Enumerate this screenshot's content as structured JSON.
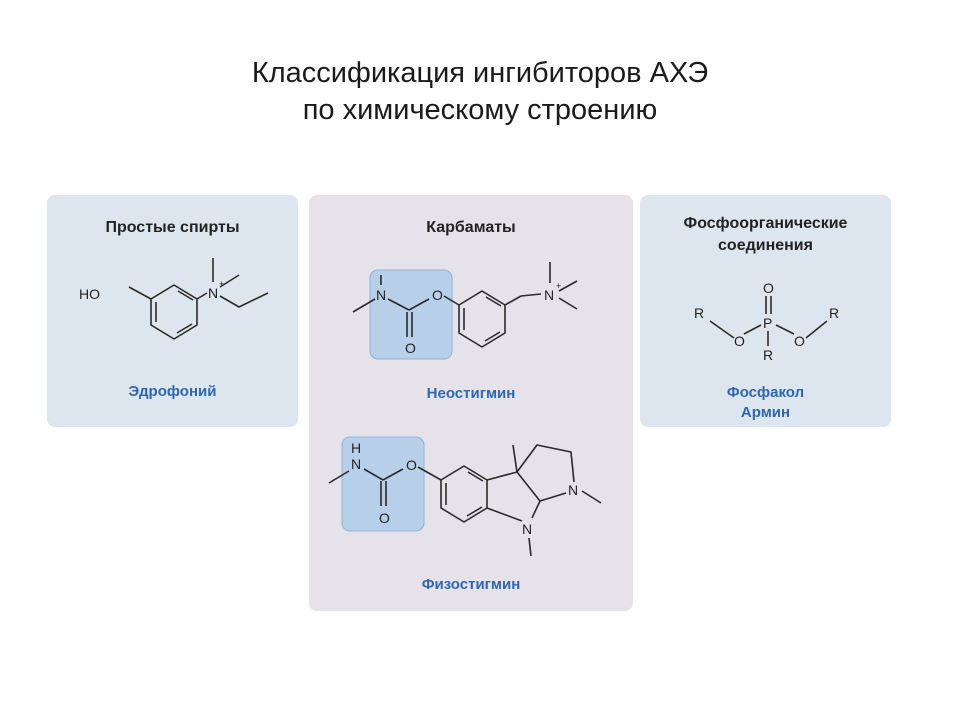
{
  "title": {
    "line1": "Классификация ингибиторов АХЭ",
    "line2": "по химическому строению"
  },
  "panels": [
    {
      "heading": "Простые спирты",
      "compounds": [
        "Эдрофоний"
      ]
    },
    {
      "heading": "Карбаматы",
      "compounds": [
        "Неостигмин",
        "Физостигмин"
      ]
    },
    {
      "heading_line1": "Фосфоорганические",
      "heading_line2": "соединения",
      "compounds": [
        "Фосфакол",
        "Армин"
      ]
    }
  ],
  "atoms": {
    "ho": "HO",
    "n": "N",
    "nh": "H",
    "o": "O",
    "p": "P",
    "r": "R",
    "plus": "+"
  },
  "colors": {
    "panel_blue": "#dde6ef",
    "panel_lilac": "#e5e2ea",
    "highlight": "#b8cfea",
    "name_text": "#2f67ad"
  }
}
